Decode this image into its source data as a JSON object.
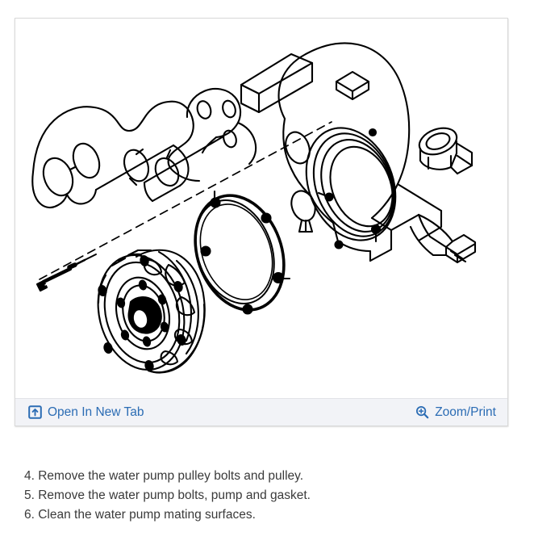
{
  "figure": {
    "alt_title": "Water pump exploded view diagram",
    "drawing": {
      "type": "line-art-exploded-assembly",
      "parts": [
        "water pump bolt",
        "water pump assembly with pulley hub",
        "water pump gasket",
        "timing chain cover / engine front housing",
        "coolant outlet tube"
      ],
      "assembly_axis": "dashed center line running lower-left to upper-right"
    },
    "footer": {
      "open_in_new_tab": {
        "icon": "open-in-new-tab-icon",
        "label": "Open In New Tab"
      },
      "zoom_print": {
        "icon": "zoom-magnifier-plus-icon",
        "label": "Zoom/Print"
      }
    }
  },
  "steps": [
    "4. Remove the water pump pulley bolts and pulley.",
    "5. Remove the water pump bolts, pump and gasket.",
    "6. Clean the water pump mating surfaces."
  ],
  "colors": {
    "link": "#2b6cb4",
    "footer_bg": "#f2f3f7",
    "panel_border": "#d9d9d9",
    "text": "#3a3a3a",
    "line_art": "#000000"
  }
}
